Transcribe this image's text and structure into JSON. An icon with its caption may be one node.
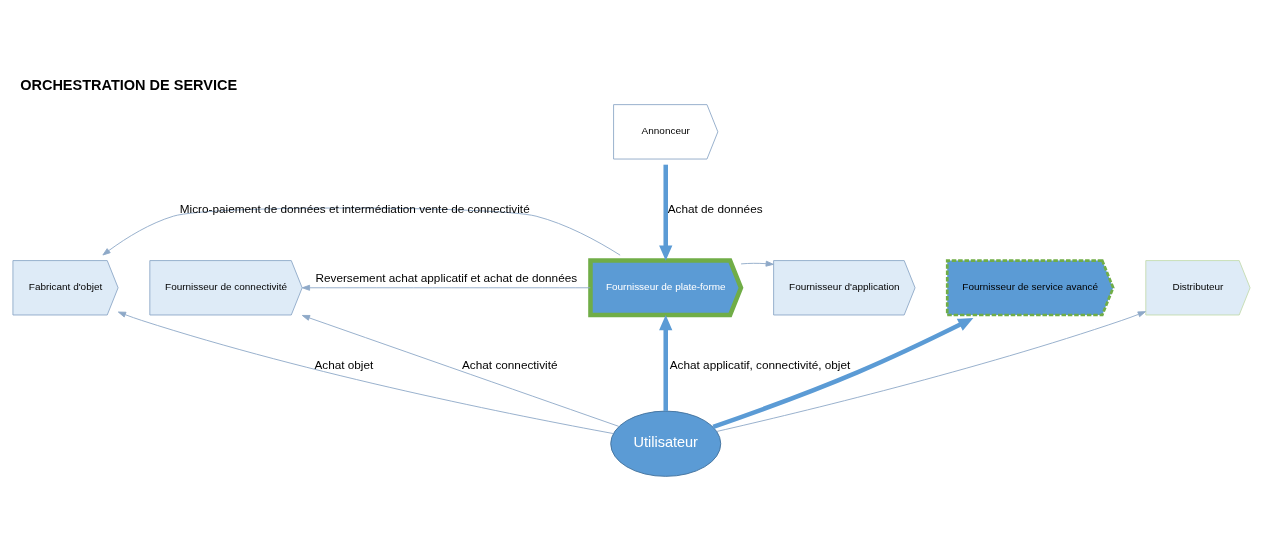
{
  "diagram": {
    "title": "ORCHESTRATION DE SERVICE",
    "nodes": [
      {
        "text": [
          "Fabricant d'objet"
        ]
      },
      {
        "text": [
          "Fournisseur de connectivité"
        ]
      },
      {
        "text": [
          "Fournisseur de plate-forme"
        ]
      },
      {
        "text": [
          "Fournisseur d'application"
        ]
      },
      {
        "text": [
          "Fournisseur de service avancé"
        ]
      },
      {
        "text": [
          "Distributeur"
        ]
      },
      {
        "text": [
          "Utilisateur"
        ]
      },
      {
        "text": [
          "Annonceur"
        ]
      }
    ],
    "edges": [
      {
        "from": 7,
        "to": 2,
        "arrow": "to",
        "label": "Achat de données",
        "style": "thick"
      },
      {
        "from": 2,
        "to": 0,
        "arrow": "to",
        "label": "Micro-paiement de données et intermédiation vente de connectivité",
        "color": "#8ea9c8"
      },
      {
        "from": 2,
        "to": 1,
        "arrow": "to",
        "label": "Reversement achat applicatif et achat de données",
        "color": "#8ea9c8"
      },
      {
        "from": 2,
        "to": 3,
        "arrow": "to",
        "color": "#8ea9c8"
      },
      {
        "from": 6,
        "to": 4,
        "arrow": "to",
        "style": "thick"
      },
      {
        "from": 6,
        "to": 2,
        "arrow": "to",
        "label": "Achat applicatif, connectivité, objet",
        "style": "thick"
      },
      {
        "from": 6,
        "to": 1,
        "arrow": "to",
        "label": "Achat connectivité",
        "color": "#8ea9c8"
      },
      {
        "from": 6,
        "to": 5,
        "arrow": "to",
        "color": "#8ea9c8"
      },
      {
        "from": 6,
        "to": 0,
        "arrow": "to",
        "label": "Achat objet",
        "color": "#8ea9c8"
      }
    ]
  }
}
